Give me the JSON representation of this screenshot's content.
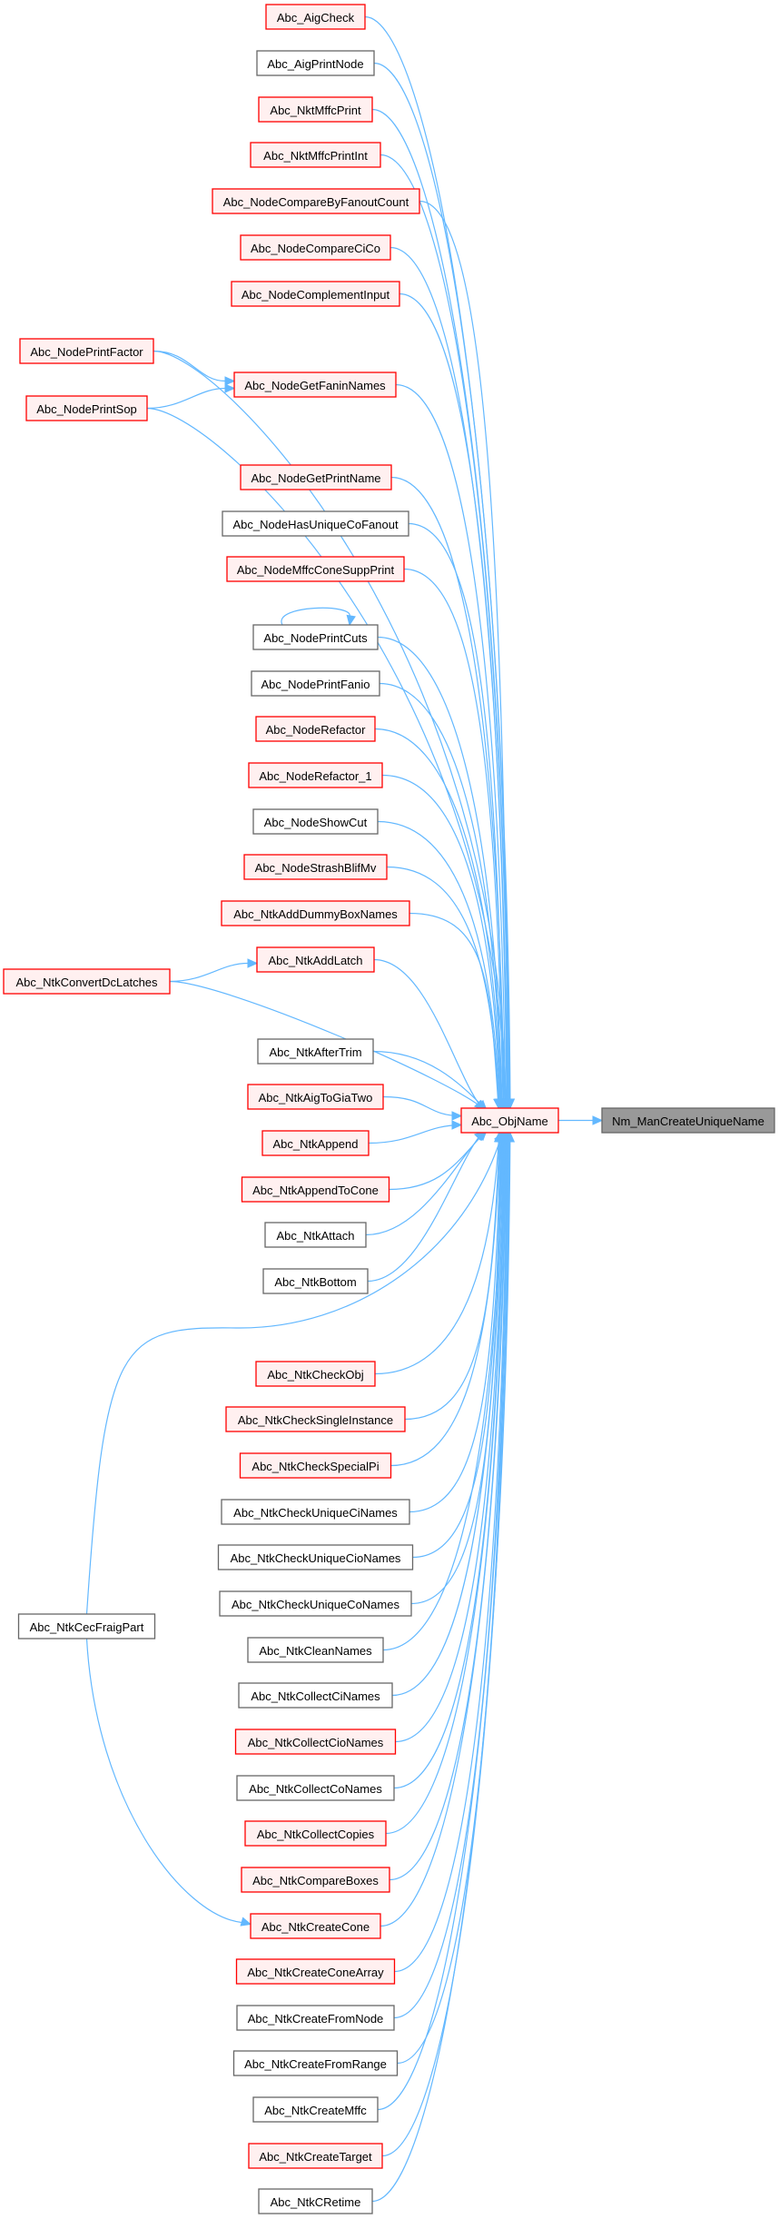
{
  "diagram": {
    "type": "call-graph",
    "direction": "left-to-right",
    "colors": {
      "edge": "#63b8ff",
      "documented_border": "#ff0000",
      "documented_fill": "#fff0f0",
      "undocumented_border": "#666666",
      "undocumented_fill": "#ffffff",
      "focus_fill": "#999999"
    },
    "focus": "Nm_ManCreateUniqueName",
    "nodes": [
      {
        "id": "Nm_ManCreateUniqueName",
        "label": "Nm_ManCreateUniqueName",
        "style": "root"
      },
      {
        "id": "Abc_ObjName",
        "label": "Abc_ObjName",
        "style": "red"
      },
      {
        "id": "Abc_AigCheck",
        "label": "Abc_AigCheck",
        "style": "red"
      },
      {
        "id": "Abc_AigPrintNode",
        "label": "Abc_AigPrintNode",
        "style": "gray"
      },
      {
        "id": "Abc_NktMffcPrint",
        "label": "Abc_NktMffcPrint",
        "style": "red"
      },
      {
        "id": "Abc_NktMffcPrintInt",
        "label": "Abc_NktMffcPrintInt",
        "style": "red"
      },
      {
        "id": "Abc_NodeCompareByFanoutCount",
        "label": "Abc_NodeCompareByFanoutCount",
        "style": "red"
      },
      {
        "id": "Abc_NodeCompareCiCo",
        "label": "Abc_NodeCompareCiCo",
        "style": "red"
      },
      {
        "id": "Abc_NodeComplementInput",
        "label": "Abc_NodeComplementInput",
        "style": "red"
      },
      {
        "id": "Abc_NodePrintFactor",
        "label": "Abc_NodePrintFactor",
        "style": "red"
      },
      {
        "id": "Abc_NodeGetFaninNames",
        "label": "Abc_NodeGetFaninNames",
        "style": "red"
      },
      {
        "id": "Abc_NodePrintSop",
        "label": "Abc_NodePrintSop",
        "style": "red"
      },
      {
        "id": "Abc_NodeGetPrintName",
        "label": "Abc_NodeGetPrintName",
        "style": "red"
      },
      {
        "id": "Abc_NodeHasUniqueCoFanout",
        "label": "Abc_NodeHasUniqueCoFanout",
        "style": "gray"
      },
      {
        "id": "Abc_NodeMffcConeSuppPrint",
        "label": "Abc_NodeMffcConeSuppPrint",
        "style": "red"
      },
      {
        "id": "Abc_NodePrintCuts",
        "label": "Abc_NodePrintCuts",
        "style": "gray"
      },
      {
        "id": "Abc_NodePrintFanio",
        "label": "Abc_NodePrintFanio",
        "style": "gray"
      },
      {
        "id": "Abc_NodeRefactor",
        "label": "Abc_NodeRefactor",
        "style": "red"
      },
      {
        "id": "Abc_NodeRefactor_1",
        "label": "Abc_NodeRefactor_1",
        "style": "red"
      },
      {
        "id": "Abc_NodeShowCut",
        "label": "Abc_NodeShowCut",
        "style": "gray"
      },
      {
        "id": "Abc_NodeStrashBlifMv",
        "label": "Abc_NodeStrashBlifMv",
        "style": "red"
      },
      {
        "id": "Abc_NtkAddDummyBoxNames",
        "label": "Abc_NtkAddDummyBoxNames",
        "style": "red"
      },
      {
        "id": "Abc_NtkAddLatch",
        "label": "Abc_NtkAddLatch",
        "style": "red"
      },
      {
        "id": "Abc_NtkConvertDcLatches",
        "label": "Abc_NtkConvertDcLatches",
        "style": "red"
      },
      {
        "id": "Abc_NtkAfterTrim",
        "label": "Abc_NtkAfterTrim",
        "style": "gray"
      },
      {
        "id": "Abc_NtkAigToGiaTwo",
        "label": "Abc_NtkAigToGiaTwo",
        "style": "red"
      },
      {
        "id": "Abc_NtkAppend",
        "label": "Abc_NtkAppend",
        "style": "red"
      },
      {
        "id": "Abc_NtkAppendToCone",
        "label": "Abc_NtkAppendToCone",
        "style": "red"
      },
      {
        "id": "Abc_NtkAttach",
        "label": "Abc_NtkAttach",
        "style": "gray"
      },
      {
        "id": "Abc_NtkBottom",
        "label": "Abc_NtkBottom",
        "style": "gray"
      },
      {
        "id": "Abc_NtkCecFraigPart",
        "label": "Abc_NtkCecFraigPart",
        "style": "gray"
      },
      {
        "id": "Abc_NtkCheckObj",
        "label": "Abc_NtkCheckObj",
        "style": "red"
      },
      {
        "id": "Abc_NtkCheckSingleInstance",
        "label": "Abc_NtkCheckSingleInstance",
        "style": "red"
      },
      {
        "id": "Abc_NtkCheckSpecialPi",
        "label": "Abc_NtkCheckSpecialPi",
        "style": "red"
      },
      {
        "id": "Abc_NtkCheckUniqueCiNames",
        "label": "Abc_NtkCheckUniqueCiNames",
        "style": "gray"
      },
      {
        "id": "Abc_NtkCheckUniqueCioNames",
        "label": "Abc_NtkCheckUniqueCioNames",
        "style": "gray"
      },
      {
        "id": "Abc_NtkCheckUniqueCoNames",
        "label": "Abc_NtkCheckUniqueCoNames",
        "style": "gray"
      },
      {
        "id": "Abc_NtkCleanNames",
        "label": "Abc_NtkCleanNames",
        "style": "gray"
      },
      {
        "id": "Abc_NtkCollectCiNames",
        "label": "Abc_NtkCollectCiNames",
        "style": "gray"
      },
      {
        "id": "Abc_NtkCollectCioNames",
        "label": "Abc_NtkCollectCioNames",
        "style": "red"
      },
      {
        "id": "Abc_NtkCollectCoNames",
        "label": "Abc_NtkCollectCoNames",
        "style": "gray"
      },
      {
        "id": "Abc_NtkCollectCopies",
        "label": "Abc_NtkCollectCopies",
        "style": "red"
      },
      {
        "id": "Abc_NtkCompareBoxes",
        "label": "Abc_NtkCompareBoxes",
        "style": "red"
      },
      {
        "id": "Abc_NtkCreateCone",
        "label": "Abc_NtkCreateCone",
        "style": "red"
      },
      {
        "id": "Abc_NtkCreateConeArray",
        "label": "Abc_NtkCreateConeArray",
        "style": "red"
      },
      {
        "id": "Abc_NtkCreateFromNode",
        "label": "Abc_NtkCreateFromNode",
        "style": "gray"
      },
      {
        "id": "Abc_NtkCreateFromRange",
        "label": "Abc_NtkCreateFromRange",
        "style": "gray"
      },
      {
        "id": "Abc_NtkCreateMffc",
        "label": "Abc_NtkCreateMffc",
        "style": "gray"
      },
      {
        "id": "Abc_NtkCreateTarget",
        "label": "Abc_NtkCreateTarget",
        "style": "red"
      },
      {
        "id": "Abc_NtkCRetime",
        "label": "Abc_NtkCRetime",
        "style": "gray"
      }
    ],
    "edges": [
      {
        "from": "Abc_ObjName",
        "to": "Nm_ManCreateUniqueName"
      },
      {
        "from": "Abc_AigCheck",
        "to": "Abc_ObjName"
      },
      {
        "from": "Abc_AigPrintNode",
        "to": "Abc_ObjName"
      },
      {
        "from": "Abc_NktMffcPrint",
        "to": "Abc_ObjName"
      },
      {
        "from": "Abc_NktMffcPrintInt",
        "to": "Abc_ObjName"
      },
      {
        "from": "Abc_NodeCompareByFanoutCount",
        "to": "Abc_ObjName"
      },
      {
        "from": "Abc_NodeCompareCiCo",
        "to": "Abc_ObjName"
      },
      {
        "from": "Abc_NodeComplementInput",
        "to": "Abc_ObjName"
      },
      {
        "from": "Abc_NodePrintFactor",
        "to": "Abc_ObjName"
      },
      {
        "from": "Abc_NodePrintFactor",
        "to": "Abc_NodeGetFaninNames"
      },
      {
        "from": "Abc_NodeGetFaninNames",
        "to": "Abc_ObjName"
      },
      {
        "from": "Abc_NodePrintSop",
        "to": "Abc_NodeGetFaninNames"
      },
      {
        "from": "Abc_NodePrintSop",
        "to": "Abc_ObjName"
      },
      {
        "from": "Abc_NodeGetPrintName",
        "to": "Abc_ObjName"
      },
      {
        "from": "Abc_NodeHasUniqueCoFanout",
        "to": "Abc_ObjName"
      },
      {
        "from": "Abc_NodeMffcConeSuppPrint",
        "to": "Abc_ObjName"
      },
      {
        "from": "Abc_NodePrintCuts",
        "to": "Abc_NodePrintCuts"
      },
      {
        "from": "Abc_NodePrintCuts",
        "to": "Abc_ObjName"
      },
      {
        "from": "Abc_NodePrintFanio",
        "to": "Abc_ObjName"
      },
      {
        "from": "Abc_NodeRefactor",
        "to": "Abc_ObjName"
      },
      {
        "from": "Abc_NodeRefactor_1",
        "to": "Abc_ObjName"
      },
      {
        "from": "Abc_NodeShowCut",
        "to": "Abc_ObjName"
      },
      {
        "from": "Abc_NodeStrashBlifMv",
        "to": "Abc_ObjName"
      },
      {
        "from": "Abc_NtkAddDummyBoxNames",
        "to": "Abc_ObjName"
      },
      {
        "from": "Abc_NtkAddLatch",
        "to": "Abc_ObjName"
      },
      {
        "from": "Abc_NtkConvertDcLatches",
        "to": "Abc_NtkAddLatch"
      },
      {
        "from": "Abc_NtkConvertDcLatches",
        "to": "Abc_ObjName"
      },
      {
        "from": "Abc_NtkAfterTrim",
        "to": "Abc_ObjName"
      },
      {
        "from": "Abc_NtkAigToGiaTwo",
        "to": "Abc_ObjName"
      },
      {
        "from": "Abc_NtkAppend",
        "to": "Abc_ObjName"
      },
      {
        "from": "Abc_NtkAppendToCone",
        "to": "Abc_ObjName"
      },
      {
        "from": "Abc_NtkAttach",
        "to": "Abc_ObjName"
      },
      {
        "from": "Abc_NtkBottom",
        "to": "Abc_ObjName"
      },
      {
        "from": "Abc_NtkCecFraigPart",
        "to": "Abc_ObjName"
      },
      {
        "from": "Abc_NtkCecFraigPart",
        "to": "Abc_NtkCreateCone"
      },
      {
        "from": "Abc_NtkCheckObj",
        "to": "Abc_ObjName"
      },
      {
        "from": "Abc_NtkCheckSingleInstance",
        "to": "Abc_ObjName"
      },
      {
        "from": "Abc_NtkCheckSpecialPi",
        "to": "Abc_ObjName"
      },
      {
        "from": "Abc_NtkCheckUniqueCiNames",
        "to": "Abc_ObjName"
      },
      {
        "from": "Abc_NtkCheckUniqueCioNames",
        "to": "Abc_ObjName"
      },
      {
        "from": "Abc_NtkCheckUniqueCoNames",
        "to": "Abc_ObjName"
      },
      {
        "from": "Abc_NtkCleanNames",
        "to": "Abc_ObjName"
      },
      {
        "from": "Abc_NtkCollectCiNames",
        "to": "Abc_ObjName"
      },
      {
        "from": "Abc_NtkCollectCioNames",
        "to": "Abc_ObjName"
      },
      {
        "from": "Abc_NtkCollectCoNames",
        "to": "Abc_ObjName"
      },
      {
        "from": "Abc_NtkCollectCopies",
        "to": "Abc_ObjName"
      },
      {
        "from": "Abc_NtkCompareBoxes",
        "to": "Abc_ObjName"
      },
      {
        "from": "Abc_NtkCreateCone",
        "to": "Abc_ObjName"
      },
      {
        "from": "Abc_NtkCreateConeArray",
        "to": "Abc_ObjName"
      },
      {
        "from": "Abc_NtkCreateFromNode",
        "to": "Abc_ObjName"
      },
      {
        "from": "Abc_NtkCreateFromRange",
        "to": "Abc_ObjName"
      },
      {
        "from": "Abc_NtkCreateMffc",
        "to": "Abc_ObjName"
      },
      {
        "from": "Abc_NtkCreateTarget",
        "to": "Abc_ObjName"
      },
      {
        "from": "Abc_NtkCRetime",
        "to": "Abc_ObjName"
      }
    ]
  }
}
